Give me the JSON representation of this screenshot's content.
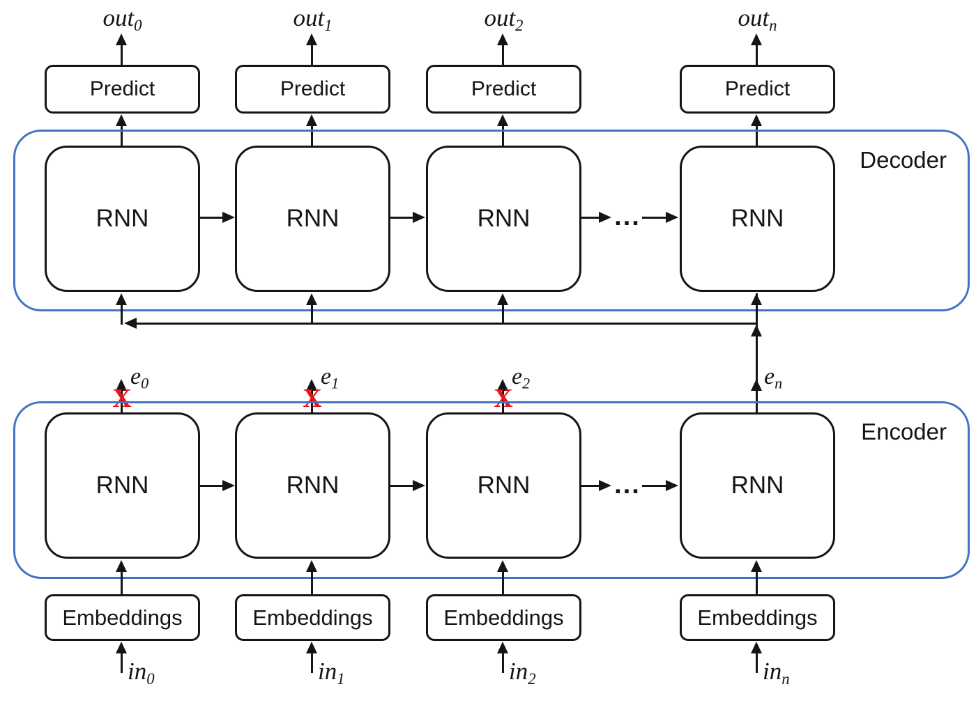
{
  "colors": {
    "container": "#4472C4",
    "cross": "#ee1111",
    "line": "#151515"
  },
  "groups": {
    "decoder": "Decoder",
    "encoder": "Encoder"
  },
  "boxes": {
    "predict": "Predict",
    "rnn": "RNN",
    "embeddings": "Embeddings"
  },
  "ellipsis": "...",
  "cross_symbol": "X",
  "outputs": [
    {
      "base": "out",
      "sub": "0"
    },
    {
      "base": "out",
      "sub": "1"
    },
    {
      "base": "out",
      "sub": "2"
    },
    {
      "base": "out",
      "sub": "n"
    }
  ],
  "encodings": [
    {
      "base": "e",
      "sub": "0"
    },
    {
      "base": "e",
      "sub": "1"
    },
    {
      "base": "e",
      "sub": "2"
    },
    {
      "base": "e",
      "sub": "n"
    }
  ],
  "inputs": [
    {
      "base": "in",
      "sub": "0"
    },
    {
      "base": "in",
      "sub": "1"
    },
    {
      "base": "in",
      "sub": "2"
    },
    {
      "base": "in",
      "sub": "n"
    }
  ]
}
